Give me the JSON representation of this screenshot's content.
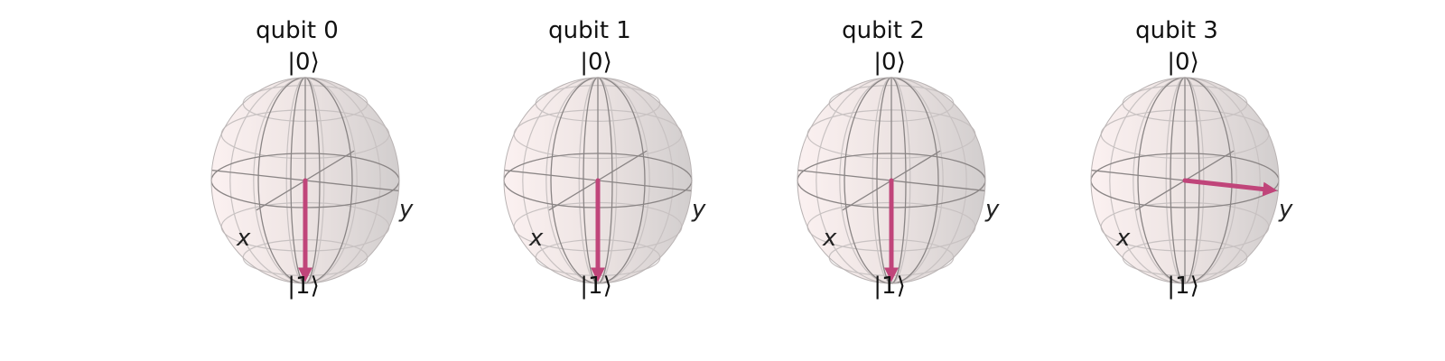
{
  "colors": {
    "sphere_light": "#fbf0f0",
    "sphere_dark": "#cfcbcb",
    "grid_line": "#c8c2c2",
    "frame_line": "#8a8585",
    "vector": "#c0457a"
  },
  "spheres": [
    {
      "title": "qubit 0",
      "top_label": "|0⟩",
      "bottom_label": "|1⟩",
      "x_label": "x",
      "y_label": "y",
      "state_vector": {
        "x": 0,
        "y": 0,
        "z": -1
      }
    },
    {
      "title": "qubit 1",
      "top_label": "|0⟩",
      "bottom_label": "|1⟩",
      "x_label": "x",
      "y_label": "y",
      "state_vector": {
        "x": 0,
        "y": 0,
        "z": -1
      }
    },
    {
      "title": "qubit 2",
      "top_label": "|0⟩",
      "bottom_label": "|1⟩",
      "x_label": "x",
      "y_label": "y",
      "state_vector": {
        "x": 0,
        "y": 0,
        "z": -1
      }
    },
    {
      "title": "qubit 3",
      "top_label": "|0⟩",
      "bottom_label": "|1⟩",
      "x_label": "x",
      "y_label": "y",
      "state_vector": {
        "x": 0,
        "y": 1,
        "z": 0
      }
    }
  ]
}
